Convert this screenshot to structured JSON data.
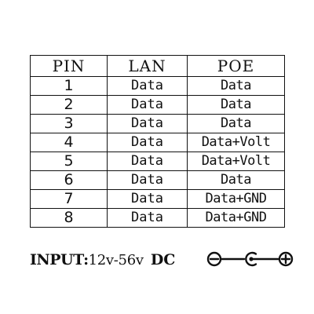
{
  "table": {
    "headers": [
      "PIN",
      "LAN",
      "POE"
    ],
    "rows": [
      {
        "pin": "1",
        "lan": "Data",
        "poe": "Data"
      },
      {
        "pin": "2",
        "lan": "Data",
        "poe": "Data"
      },
      {
        "pin": "3",
        "lan": "Data",
        "poe": "Data"
      },
      {
        "pin": "4",
        "lan": "Data",
        "poe": "Data+Volt"
      },
      {
        "pin": "5",
        "lan": "Data",
        "poe": "Data+Volt"
      },
      {
        "pin": "6",
        "lan": "Data",
        "poe": "Data"
      },
      {
        "pin": "7",
        "lan": "Data",
        "poe": "Data+GND"
      },
      {
        "pin": "8",
        "lan": "Data",
        "poe": "Data+GND"
      }
    ]
  },
  "input": {
    "label": "INPUT:",
    "range": "12v-56v",
    "type": "DC"
  },
  "polarity_icon": {
    "name": "dc-polarity-center-positive-icon",
    "outer_left": "minus",
    "center": "c",
    "outer_right": "plus",
    "color": "#111111"
  }
}
